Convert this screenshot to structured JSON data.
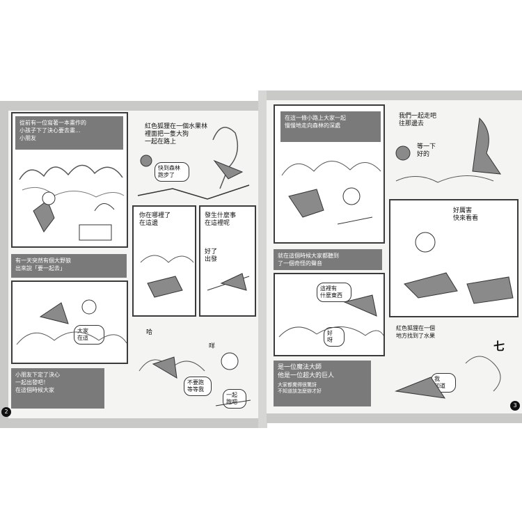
{
  "left_page": {
    "caption_1": [
      "從前有一位寫著一本畫作的",
      "小孩子下了決心要去畫..."
    ],
    "caption_1_extra": "小朋友",
    "caption_2": [
      "有一天突然有個大野狼",
      "出來說「要一起去」"
    ],
    "caption_3": [
      "小朋友下定了決心",
      "一起出發吧！",
      "在這個時候大家"
    ],
    "bubble_top": [
      "紅色狐狸在一個水果林",
      "裡面把一隻大狗",
      "一起在路上"
    ],
    "bubble_top_small": [
      "快到森林",
      "跑步了"
    ],
    "bubble_mid_left": [
      "你在哪裡了",
      "在這邊"
    ],
    "bubble_mid_right": [
      "發生什麼事",
      "在這裡呢"
    ],
    "bubble_mid_right_small": [
      "好了",
      "出發"
    ],
    "bubble_low": [
      "不要跑",
      "等等我"
    ],
    "bubble_shout": [
      "大家",
      "在這"
    ],
    "sfx_1": "哈",
    "sfx_2": "咩",
    "bubble_bottom": [
      "一起",
      "跑吧"
    ],
    "page_number": "2"
  },
  "right_page": {
    "caption_1": [
      "在這一條小路上大家一起",
      "慢慢地走向森林的深處"
    ],
    "caption_2": [
      "就在這個時候大家都聽到",
      "了一個奇怪的聲音"
    ],
    "caption_3": [
      "是一位魔法大師",
      "他是一位超大的巨人"
    ],
    "caption_3_small": [
      "大家都覺得很驚訝",
      "不知道該怎麼辦才好"
    ],
    "bubble_top": [
      "我們一起走吧",
      "往那邊去"
    ],
    "bubble_top_small": [
      "等一下",
      "好的"
    ],
    "bubble_mid": [
      "這裡有",
      "什麼東西"
    ],
    "bubble_mid_right": [
      "好厲害",
      "快來看看"
    ],
    "bubble_low": [
      "好",
      "呀"
    ],
    "bubble_bottom_right": [
      "紅色狐狸在一個",
      "地方找到了水果"
    ],
    "sfx_1": "七",
    "bubble_end": [
      "我",
      "知道"
    ],
    "page_number": "3"
  }
}
